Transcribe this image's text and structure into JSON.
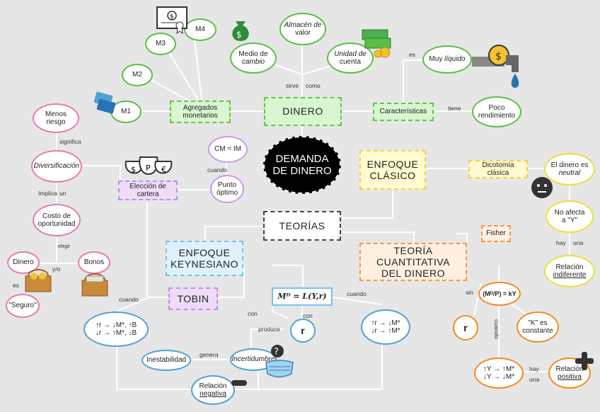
{
  "center": {
    "line1": "DEMANDA",
    "line2": "DE DINERO"
  },
  "dinero": "DINERO",
  "agregados": "Agregados monetarios",
  "m1": "M1",
  "m2": "M2",
  "m3": "M3",
  "m4": "M4",
  "medio": {
    "line1": "Medio de",
    "line2": "cambio"
  },
  "almacen": {
    "line1": "Almacén de",
    "line2": "valor"
  },
  "unidad": {
    "line1": "Unidad de",
    "line2": "cuenta"
  },
  "caracteristicas": "Características",
  "muy_liquido": {
    "prefix": "Muy ",
    "italic": "líquido"
  },
  "poco": "Poco rendimiento",
  "menos_riesgo": "Menos riesgo",
  "diversificacion": "Diversificación",
  "costo": "Costo de oportunidad",
  "dinero_small": "Dinero",
  "bonos": "Bonos",
  "seguro": "\"Seguro\"",
  "eleccion": "Elección de cartera",
  "cm": "CM = IM",
  "punto": "Punto óptimo",
  "teorias": "TEORÍAS",
  "enfoque_clasico": {
    "line1": "ENFOQUE",
    "line2": "CLÁSICO"
  },
  "dicotomia": "Dicotomía clásica",
  "dinero_neutral": {
    "line1": "El dinero es",
    "line2": "neutral"
  },
  "no_afecta": {
    "line1": "No afecta",
    "line2": "a \"Y\""
  },
  "relacion_indif": {
    "line1": "Relación",
    "line2": "indiferente"
  },
  "fisher": "Fisher",
  "teoria_cuant": {
    "line1": "TEORÍA CUANTITATIVA",
    "line2": "DEL DINERO"
  },
  "enfoque_keynes": {
    "line1": "ENFOQUE",
    "line2": "KEYNESIANO"
  },
  "tobin": "TOBIN",
  "md_formula": "Mᴰ = L(Y,r)",
  "r": "r",
  "r2": "r",
  "tobin_effect": {
    "line1": "↑r → ↓M*, ↑B",
    "line2": "↓r → ↑M*, ↓B"
  },
  "keynes_effect": {
    "line1": "↑r → ↓M*",
    "line2": "↓r → ↑M*"
  },
  "inestabilidad": "Inestabilidad",
  "incertidumbre": "Incertidumbre",
  "relacion_neg": {
    "line1": "Relación",
    "line2": "negativa"
  },
  "ky_formula": "(Mᴰ/P) = kY",
  "k_constante": {
    "line1": "\"K\" es",
    "line2": "constante"
  },
  "ky_effect": {
    "line1": "↑Y → ↑M*",
    "line2": "↓Y → ↓M*"
  },
  "relacion_pos": {
    "line1": "Relación",
    "line2": "positiva"
  },
  "labels": {
    "sirve": "sirve",
    "como": "como",
    "es": "es",
    "tiene": "tiene",
    "significa": "significa",
    "implica": "Implica",
    "un": "un",
    "elegir": "elegir",
    "yo": "y/o",
    "es2": "es",
    "cuando": "cuando",
    "cuando2": "cuando",
    "cuando3": "cuando",
    "cuando4": "cuando",
    "con": "con",
    "con2": "con",
    "produce": "produce",
    "genera": "genera",
    "sin": "sin",
    "hay": "hay",
    "una": "una",
    "hay2": "hay",
    "una2": "una"
  },
  "icons": [
    "certificate-icon",
    "money-bag-icon",
    "cash-stack-icon",
    "credit-card-icon",
    "faucet-icon",
    "money-bags-icon",
    "neutral-face-icon",
    "basket-icon",
    "question-icon",
    "mask-icon",
    "minus-icon",
    "plus-icon"
  ]
}
